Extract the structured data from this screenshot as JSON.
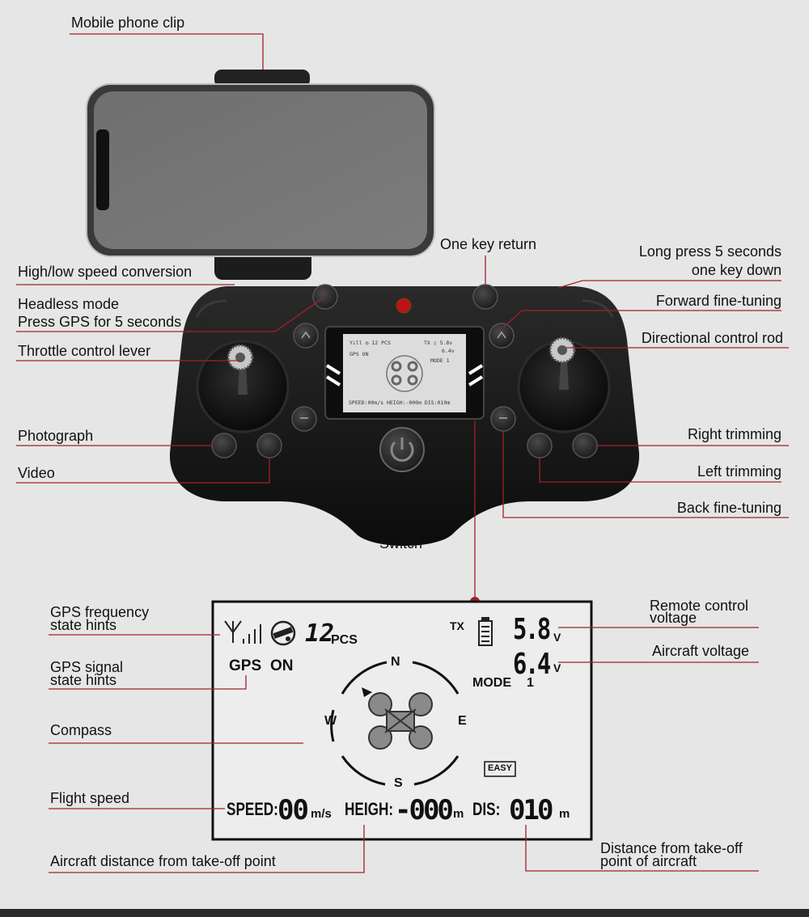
{
  "labels": {
    "phone_clip": "Mobile phone clip",
    "one_key_return": "One key return",
    "long_press_1": "Long press 5 seconds",
    "long_press_2": "one key down",
    "speed_conversion": "High/low speed conversion",
    "headless_1": "Headless mode",
    "headless_2": "Press GPS for 5 seconds",
    "forward_tuning": "Forward fine-tuning",
    "throttle": "Throttle control lever",
    "directional": "Directional control rod",
    "photograph": "Photograph",
    "video": "Video",
    "right_trim": "Right trimming",
    "left_trim": "Left trimming",
    "back_tuning": "Back fine-tuning",
    "switch": "Switch",
    "gps_freq_1": "GPS frequency",
    "gps_freq_2": "state hints",
    "gps_signal_1": "GPS signal",
    "gps_signal_2": "state hints",
    "compass": "Compass",
    "flight_speed": "Flight speed",
    "aircraft_distance": "Aircraft distance from take-off point",
    "rc_voltage_1": "Remote control",
    "rc_voltage_2": "voltage",
    "aircraft_voltage": "Aircraft voltage",
    "distance_takeoff_1": "Distance from take-off",
    "distance_takeoff_2": "point of aircraft"
  },
  "lcd": {
    "sat_count": "12",
    "sat_unit": "PCS",
    "tx": "TX",
    "tx_voltage": "5.8",
    "rx_voltage": "6.4",
    "volt_unit": "V",
    "gps": "GPS",
    "gps_state": "ON",
    "mode_label": "MODE",
    "mode_value": "1",
    "north": "N",
    "south": "S",
    "east": "E",
    "west": "W",
    "easy": "EASY",
    "speed_label": "SPEED:",
    "speed_value": "00",
    "speed_unit": "m/s",
    "height_label": "HEIGH:",
    "height_value": "-000",
    "height_unit": "m",
    "dis_label": "DIS:",
    "dis_value": "010",
    "dis_unit": "m"
  },
  "colors": {
    "leader_line": "#a0222a",
    "controller": "#161616",
    "lcd_bg": "#ededed"
  },
  "icons": {
    "antenna": "signal-antenna-icon",
    "satellite": "satellite-icon",
    "battery": "battery-icon",
    "drone": "drone-icon",
    "power": "power-icon"
  }
}
